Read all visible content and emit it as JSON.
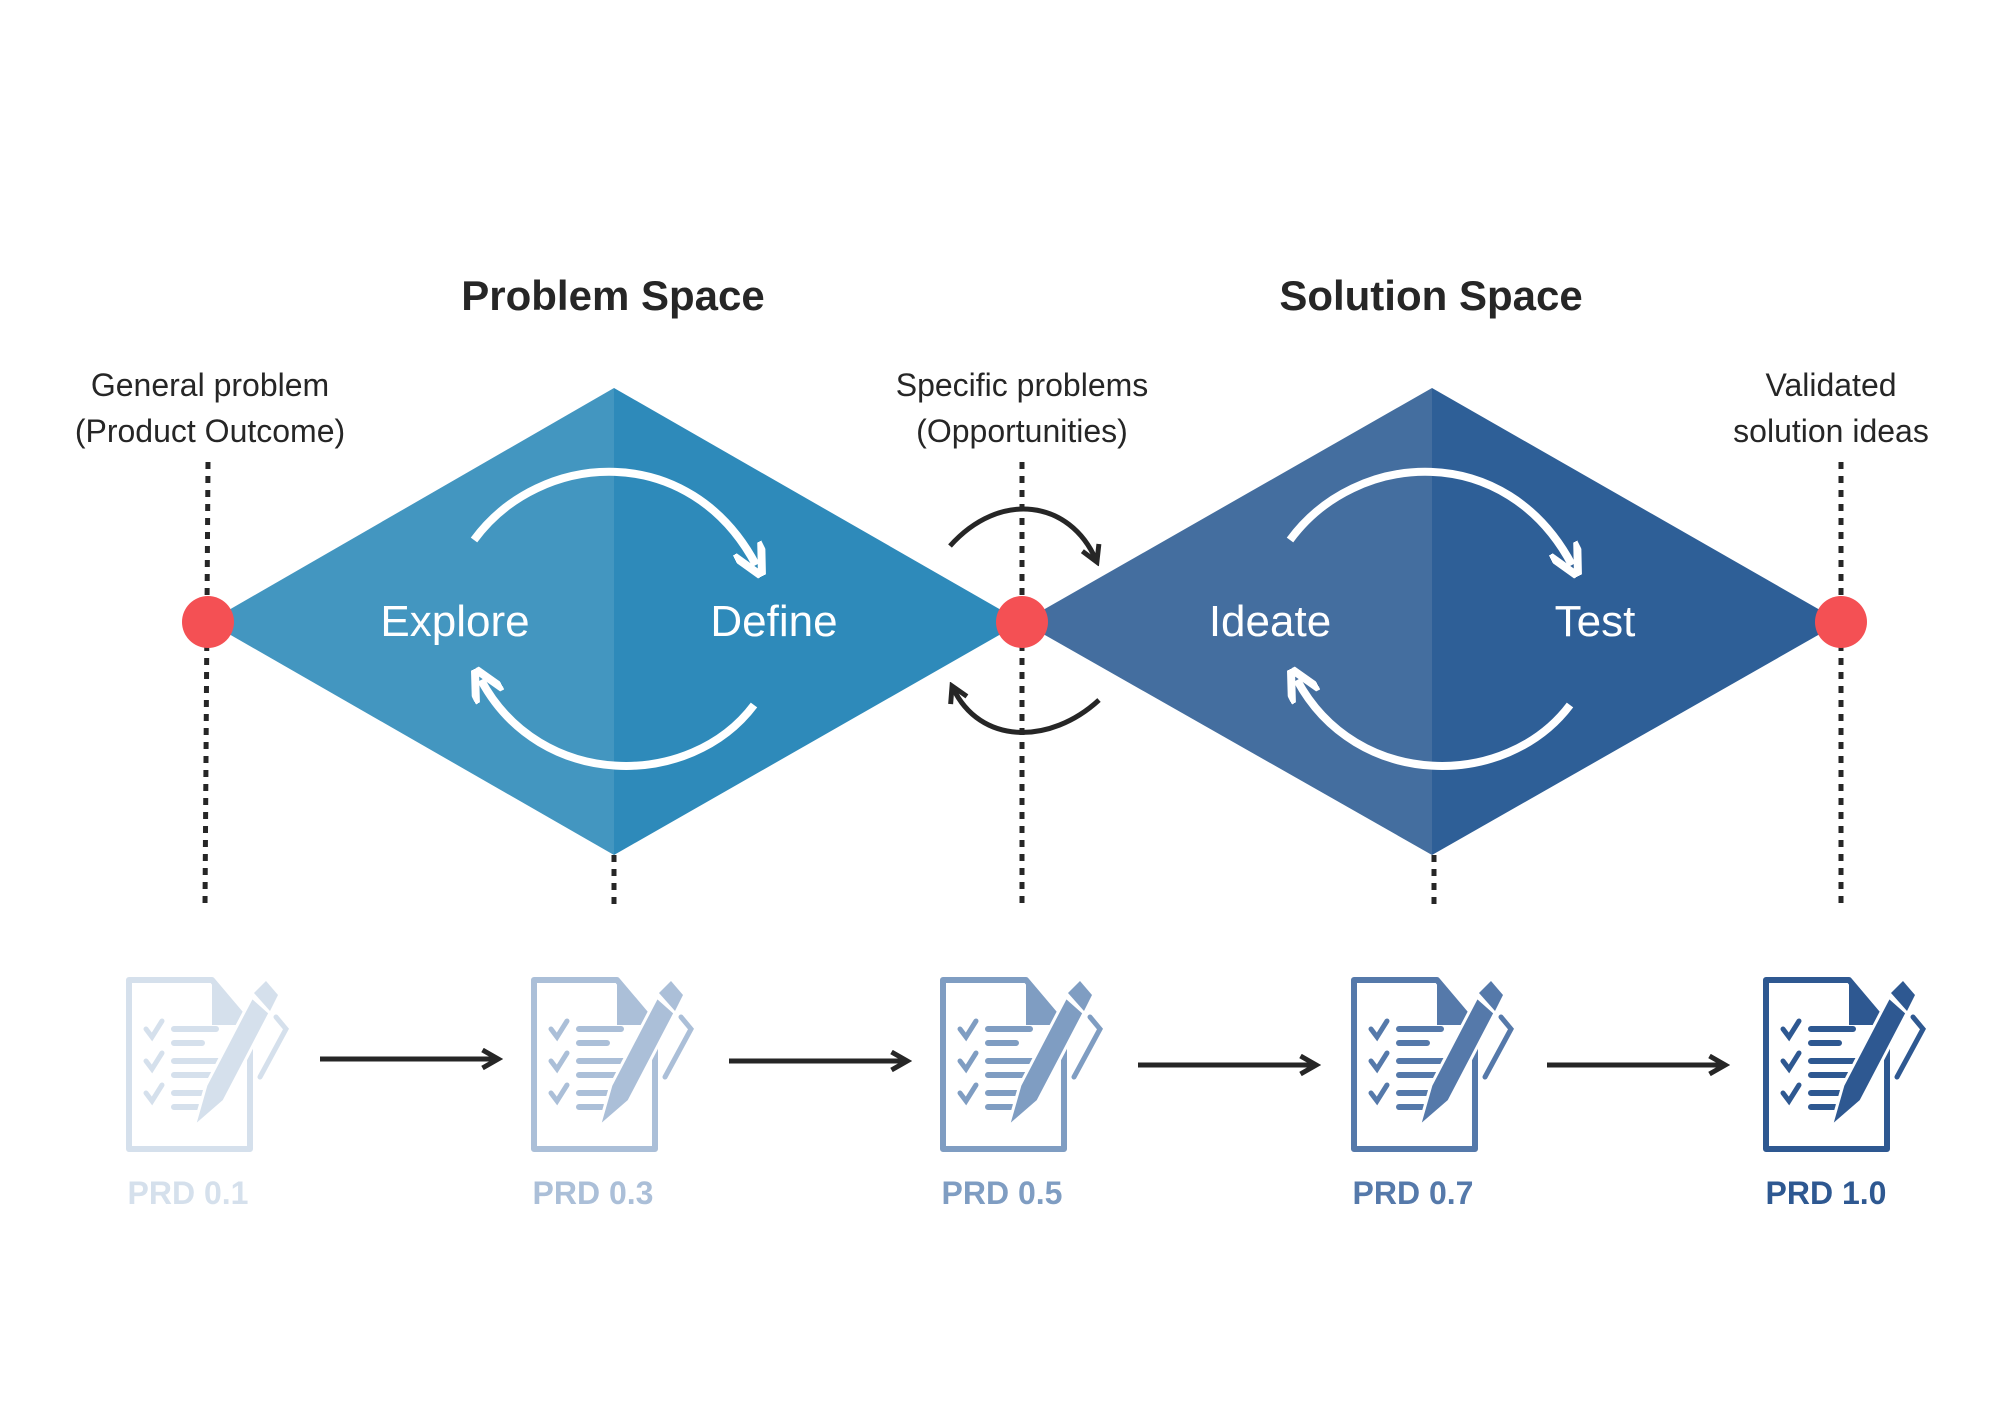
{
  "titles": {
    "problem_space": "Problem Space",
    "solution_space": "Solution Space"
  },
  "milestones": [
    {
      "line1": "General problem",
      "line2": "(Product Outcome)"
    },
    {
      "line1": "Specific problems",
      "line2": "(Opportunities)"
    },
    {
      "line1": "Validated",
      "line2": "solution ideas"
    }
  ],
  "phases": {
    "explore": "Explore",
    "define": "Define",
    "ideate": "Ideate",
    "test": "Test"
  },
  "documents": [
    {
      "label": "PRD 0.1",
      "color": "#d5e0ec"
    },
    {
      "label": "PRD 0.3",
      "color": "#abbfd8"
    },
    {
      "label": "PRD 0.5",
      "color": "#7f9dc2"
    },
    {
      "label": "PRD 0.7",
      "color": "#5579aa"
    },
    {
      "label": "PRD 1.0",
      "color": "#2e5891"
    }
  ],
  "colors": {
    "problem_left": "#4396c0",
    "problem_right": "#2e8aba",
    "solution_left": "#446e9f",
    "solution_right": "#2e5f97",
    "milestone": "#f45054"
  }
}
